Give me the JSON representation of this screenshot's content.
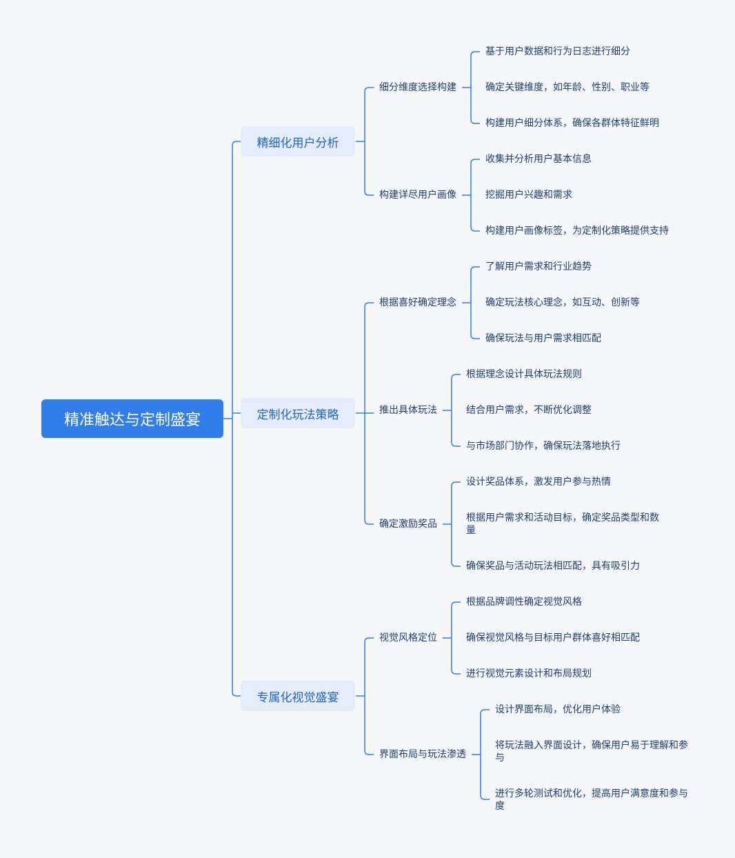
{
  "root": "精准触达与定制盛宴",
  "branches": [
    {
      "label": "精细化用户分析",
      "subs": [
        {
          "label": "细分维度选择构建",
          "leaves": [
            "基于用户数据和行为日志进行细分",
            "确定关键维度，如年龄、性别、职业等",
            "构建用户细分体系，确保各群体特征鲜明"
          ]
        },
        {
          "label": "构建详尽用户画像",
          "leaves": [
            "收集并分析用户基本信息",
            "挖掘用户兴趣和需求",
            "构建用户画像标签，为定制化策略提供支持"
          ]
        }
      ]
    },
    {
      "label": "定制化玩法策略",
      "subs": [
        {
          "label": "根据喜好确定理念",
          "leaves": [
            "了解用户需求和行业趋势",
            "确定玩法核心理念，如互动、创新等",
            "确保玩法与用户需求相匹配"
          ]
        },
        {
          "label": "推出具体玩法",
          "leaves": [
            "根据理念设计具体玩法规则",
            "结合用户需求，不断优化调整",
            "与市场部门协作，确保玩法落地执行"
          ]
        },
        {
          "label": "确定激励奖品",
          "leaves": [
            "设计奖品体系，激发用户参与热情",
            "根据用户需求和活动目标，确定奖品类型和数量",
            "确保奖品与活动玩法相匹配，具有吸引力"
          ]
        }
      ]
    },
    {
      "label": "专属化视觉盛宴",
      "subs": [
        {
          "label": "视觉风格定位",
          "leaves": [
            "根据品牌调性确定视觉风格",
            "确保视觉风格与目标用户群体喜好相匹配",
            "进行视觉元素设计和布局规划"
          ]
        },
        {
          "label": "界面布局与玩法渗透",
          "leaves": [
            "设计界面布局，优化用户体验",
            "将玩法融入界面设计，确保用户易于理解和参与",
            "进行多轮测试和优化，提高用户满意度和参与度"
          ]
        }
      ]
    }
  ],
  "colors": {
    "line": "#2f7ee9",
    "root_bg": "#2f7ee9",
    "branch_bg": "#e5edfb",
    "branch_text": "#1e63c8",
    "text": "#1d3f73"
  }
}
